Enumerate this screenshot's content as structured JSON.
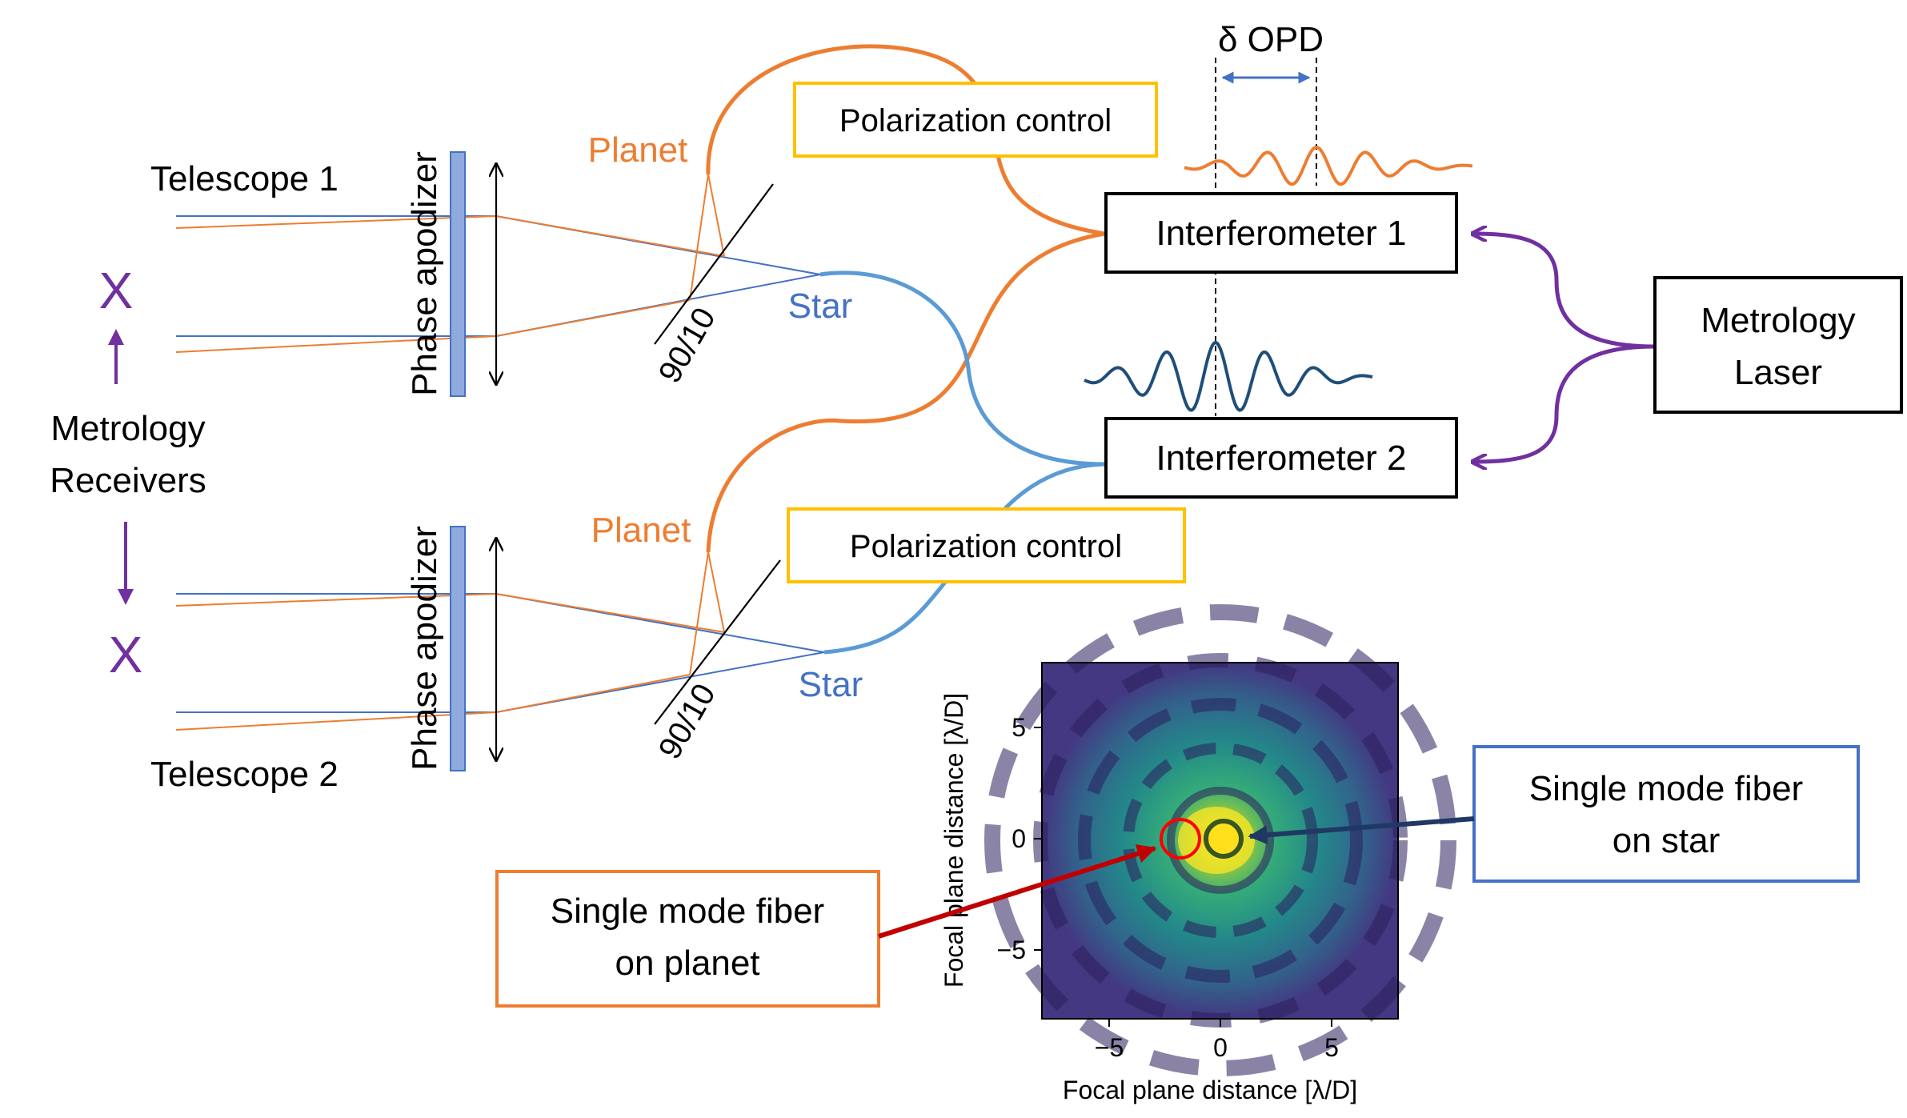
{
  "labels": {
    "delta_opd": "δ OPD",
    "telescope1": "Telescope 1",
    "telescope2": "Telescope 2",
    "metrology_receivers_line1": "Metrology",
    "metrology_receivers_line2": "Receivers",
    "phase_apodizer_top": "Phase apodizer",
    "phase_apodizer_bottom": "Phase apodizer",
    "planet_top": "Planet",
    "planet_bottom": "Planet",
    "star_top": "Star",
    "star_bottom": "Star",
    "splitter_top": "90/10",
    "splitter_bottom": "90/10",
    "polarization_top": "Polarization control",
    "polarization_bottom": "Polarization control",
    "interferometer1": "Interferometer 1",
    "interferometer2": "Interferometer 2",
    "metrology_laser_line1": "Metrology",
    "metrology_laser_line2": "Laser",
    "fiber_star_line1": "Single mode fiber",
    "fiber_star_line2": "on star",
    "fiber_planet_line1": "Single mode fiber",
    "fiber_planet_line2": "on planet",
    "receiver_marker": "X"
  },
  "inset_plot": {
    "xlabel": "Focal plane distance [λ/D]",
    "ylabel": "Focal plane distance [λ/D]",
    "xticks": [
      "−5",
      "0",
      "5"
    ],
    "yticks": [
      "5",
      "0",
      "−5"
    ]
  },
  "colors": {
    "orange": "#ED7D31",
    "blue": "#5B9BD5",
    "purple": "#7030A0",
    "gold": "#FFC000",
    "navy": "#1F3864",
    "red": "#C00000",
    "apodizer": "#8FAADC"
  }
}
